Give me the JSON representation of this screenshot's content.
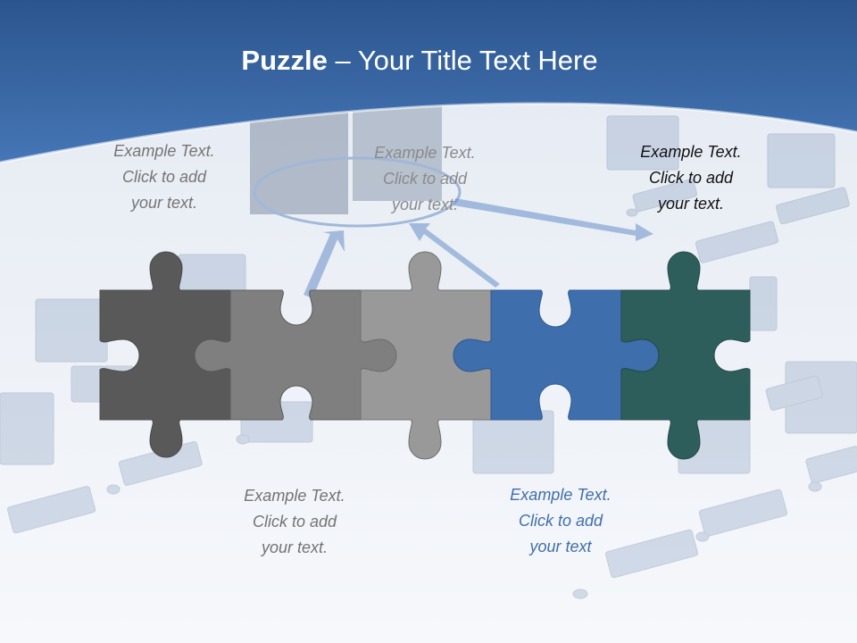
{
  "slide": {
    "title_bold": "Puzzle",
    "title_rest": " – Your Title Text Here"
  },
  "captions": [
    {
      "lines": [
        "Example Text.",
        "Click  to add",
        "your text."
      ],
      "color": "#757575"
    },
    {
      "lines": [
        "Example Text.",
        "Click  to add",
        "your text."
      ],
      "color": "#8a8a8a"
    },
    {
      "lines": [
        "Example Text.",
        "Click  to add",
        "your text."
      ],
      "color": "#111111"
    },
    {
      "lines": [
        "Example Text.",
        "Click  to add",
        "your text."
      ],
      "color": "#737373"
    },
    {
      "lines": [
        "Example Text.",
        "Click  to add",
        "your text"
      ],
      "color": "#3f6fad"
    }
  ],
  "pieces": [
    {
      "color": "#595959"
    },
    {
      "color": "#7f7f7f"
    },
    {
      "color": "#999999"
    },
    {
      "color": "#3e6eab"
    },
    {
      "color": "#2e5e5c"
    }
  ],
  "theme": {
    "header_blue": "#2f5f9a",
    "header_blue_light": "#4f7fbf"
  }
}
